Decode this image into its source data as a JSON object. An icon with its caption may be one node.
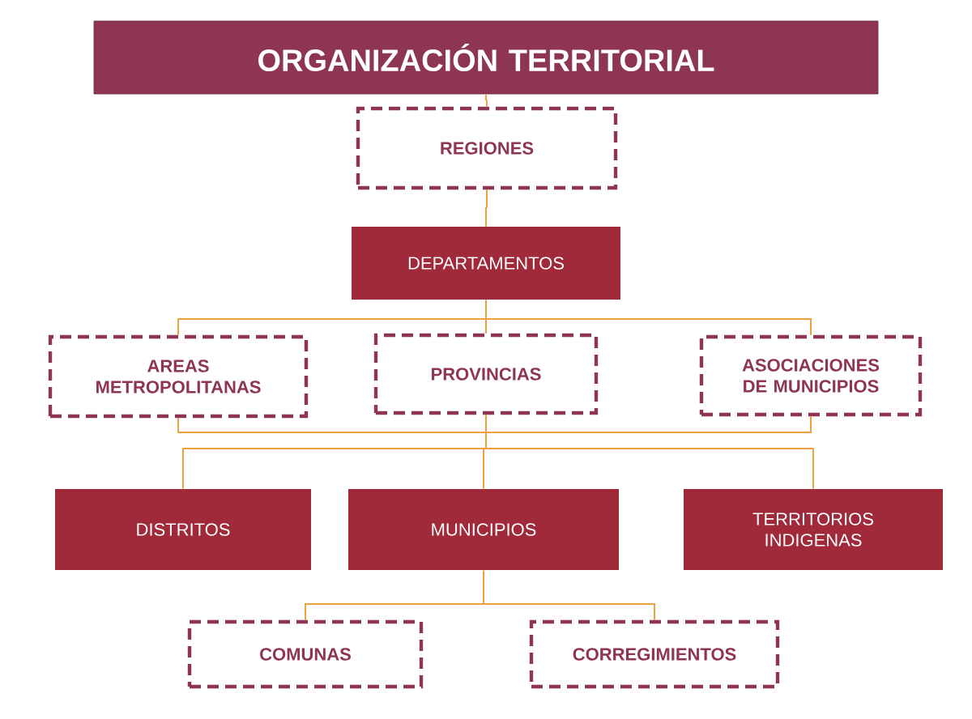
{
  "diagram": {
    "nodes": [
      {
        "text": [
          "ORGANIZACIÓN TERRITORIAL"
        ]
      },
      {
        "text": [
          "REGIONES"
        ]
      },
      {
        "text": [
          "DEPARTAMENTOS"
        ]
      },
      {
        "text": [
          "AREAS METROPOLITANAS"
        ]
      },
      {
        "text": [
          "PROVINCIAS"
        ]
      },
      {
        "text": [
          "ASOCIACIONES DE MUNICIPIOS"
        ]
      },
      {
        "text": [
          "DISTRITOS"
        ]
      },
      {
        "text": [
          "MUNICIPIOS"
        ]
      },
      {
        "text": [
          "TERRITORIOS INDIGENAS"
        ]
      },
      {
        "text": [
          "COMUNAS"
        ]
      },
      {
        "text": [
          "CORREGIMIENTOS"
        ]
      }
    ],
    "edges": [
      {
        "from": 0,
        "to": 1,
        "arrow": "none"
      },
      {
        "from": 1,
        "to": 2,
        "arrow": "none"
      },
      {
        "from": 2,
        "to": 3,
        "arrow": "none"
      },
      {
        "from": 2,
        "to": 4,
        "arrow": "none"
      },
      {
        "from": 2,
        "to": 5,
        "arrow": "none"
      },
      {
        "from": 3,
        "to": 6,
        "arrow": "none"
      },
      {
        "from": 3,
        "to": 7,
        "arrow": "none"
      },
      {
        "from": 3,
        "to": 8,
        "arrow": "none"
      },
      {
        "from": 4,
        "to": 6,
        "arrow": "none"
      },
      {
        "from": 4,
        "to": 7,
        "arrow": "none"
      },
      {
        "from": 4,
        "to": 8,
        "arrow": "none"
      },
      {
        "from": 5,
        "to": 6,
        "arrow": "none"
      },
      {
        "from": 5,
        "to": 7,
        "arrow": "none"
      },
      {
        "from": 5,
        "to": 8,
        "arrow": "none"
      },
      {
        "from": 7,
        "to": 9,
        "arrow": "none"
      },
      {
        "from": 7,
        "to": 10,
        "arrow": "none"
      }
    ]
  }
}
